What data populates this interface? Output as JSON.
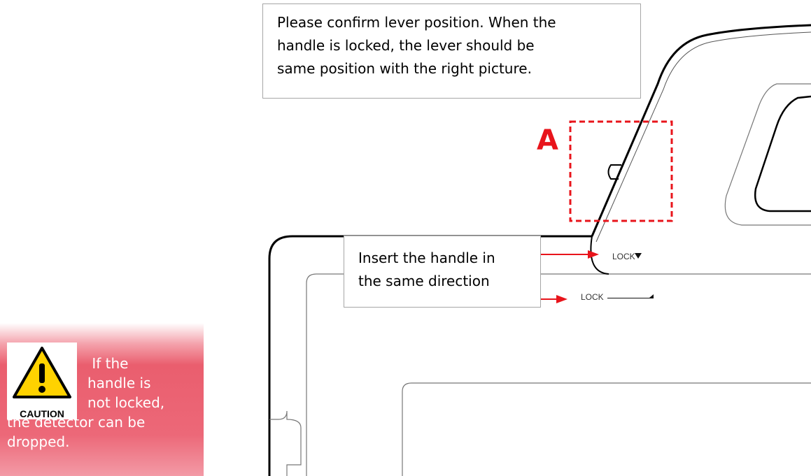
{
  "callouts": {
    "lever_note": {
      "line1": "Please confirm lever position. When the",
      "line2": "handle is locked, the lever should be",
      "line3": "same position with the right picture."
    },
    "insert_note": {
      "line1": "Insert the handle in",
      "line2": "the same direction"
    }
  },
  "marker_label": "A",
  "lock_labels": {
    "upper": "LOCK",
    "lower": "LOCK"
  },
  "caution": {
    "icon_word": "CAUTION",
    "text_line1": " If the",
    "text_line2": "handle is",
    "text_line3": "not locked,",
    "text_line4": "the detector can be",
    "text_line5": "dropped."
  },
  "colors": {
    "arrow": "#e8141b",
    "marker": "#e8141b",
    "caution_bg": "#ea5e6e",
    "warning_yellow": "#ffd200"
  }
}
